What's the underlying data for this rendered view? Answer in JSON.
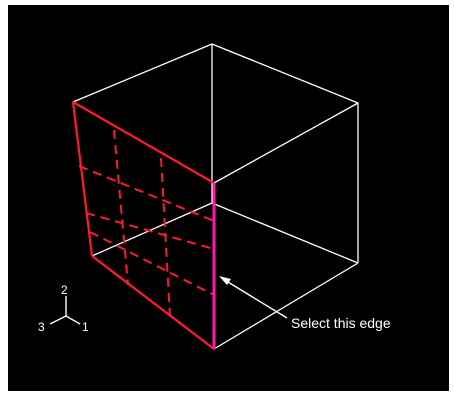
{
  "viewport": {
    "background": "#000000",
    "wireframe_color": "#ffffff",
    "highlight_face_color": "#ff1a2e",
    "selected_edge_color": "#ff1aa8"
  },
  "annotation": {
    "label": "Select this edge",
    "arrow_icon": "arrow-pointer-icon"
  },
  "triad": {
    "axis_1": "1",
    "axis_2": "2",
    "axis_3": "3"
  }
}
